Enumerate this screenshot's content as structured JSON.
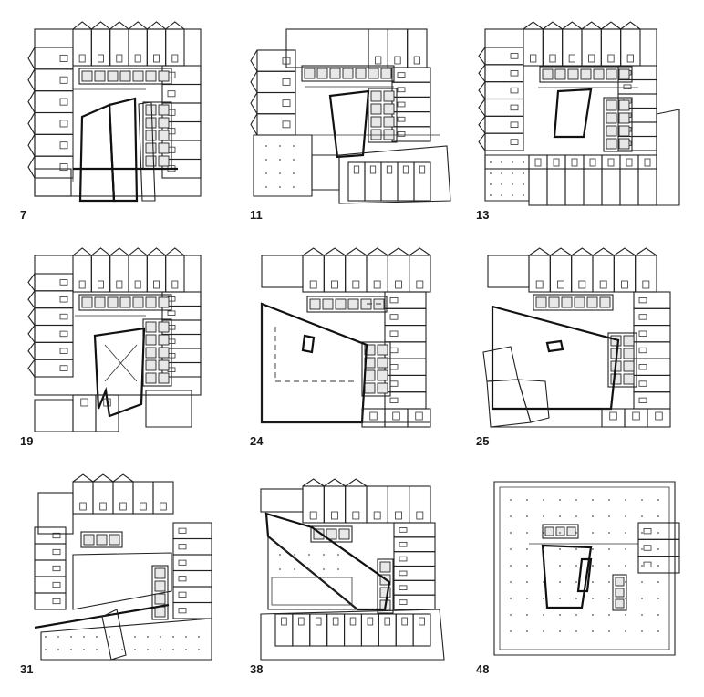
{
  "colors": {
    "ink": "#222222",
    "paper": "#ffffff"
  },
  "plans": [
    {
      "id": "p7",
      "label": "7"
    },
    {
      "id": "p11",
      "label": "11"
    },
    {
      "id": "p13",
      "label": "13"
    },
    {
      "id": "p19",
      "label": "19"
    },
    {
      "id": "p24",
      "label": "24"
    },
    {
      "id": "p25",
      "label": "25"
    },
    {
      "id": "p31",
      "label": "31"
    },
    {
      "id": "p38",
      "label": "38"
    },
    {
      "id": "p48",
      "label": "48"
    }
  ]
}
